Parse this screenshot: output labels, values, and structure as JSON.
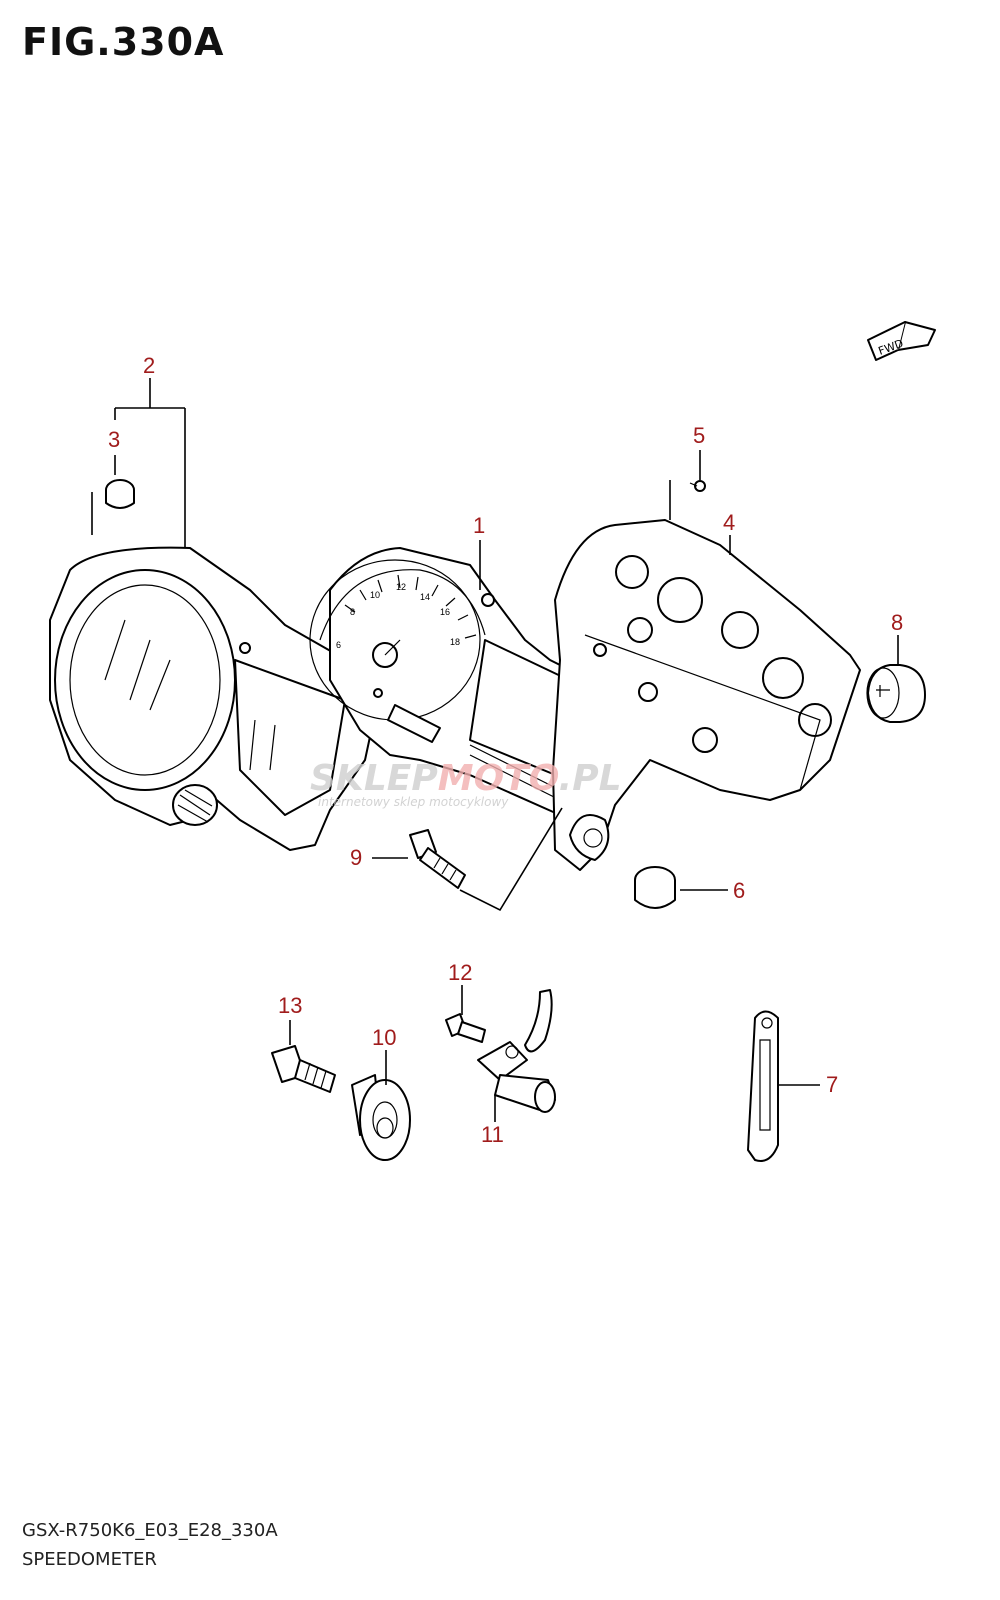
{
  "figure": {
    "title": "FIG.330A",
    "model_code": "GSX-R750K6_E03_E28_330A",
    "section_name": "SPEEDOMETER",
    "direction_marker": "FWD"
  },
  "watermark": {
    "brand_main": "SKLEP",
    "brand_accent": "MOTO",
    "brand_suffix": ".PL",
    "tagline": "internetowy sklep motocyklowy"
  },
  "callouts": [
    {
      "number": "1"
    },
    {
      "number": "2"
    },
    {
      "number": "3"
    },
    {
      "number": "4"
    },
    {
      "number": "5"
    },
    {
      "number": "6"
    },
    {
      "number": "7"
    },
    {
      "number": "8"
    },
    {
      "number": "9"
    },
    {
      "number": "10"
    },
    {
      "number": "11"
    },
    {
      "number": "12"
    },
    {
      "number": "13"
    }
  ],
  "gauge_ticks": [
    "6",
    "8",
    "10",
    "12",
    "14",
    "16",
    "18"
  ],
  "colors": {
    "callout": "#a01c1c",
    "line": "#000000"
  }
}
